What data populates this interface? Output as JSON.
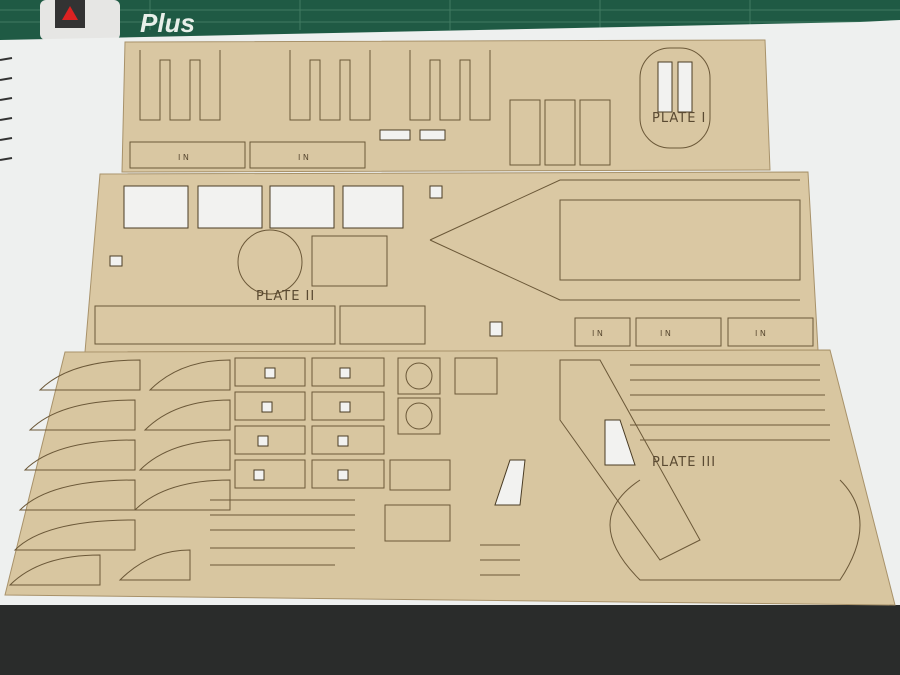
{
  "logo": {
    "text": "Plus"
  },
  "plates": [
    {
      "label": "PLATE I"
    },
    {
      "label": "PLATE II"
    },
    {
      "label": "PLATE III"
    }
  ],
  "marking": {
    "text": "I N"
  },
  "colors": {
    "mat": "#1f5a44",
    "paper": "#eef0ef",
    "wood": "#d9c7a2",
    "shadow": "#2a2c2b"
  }
}
